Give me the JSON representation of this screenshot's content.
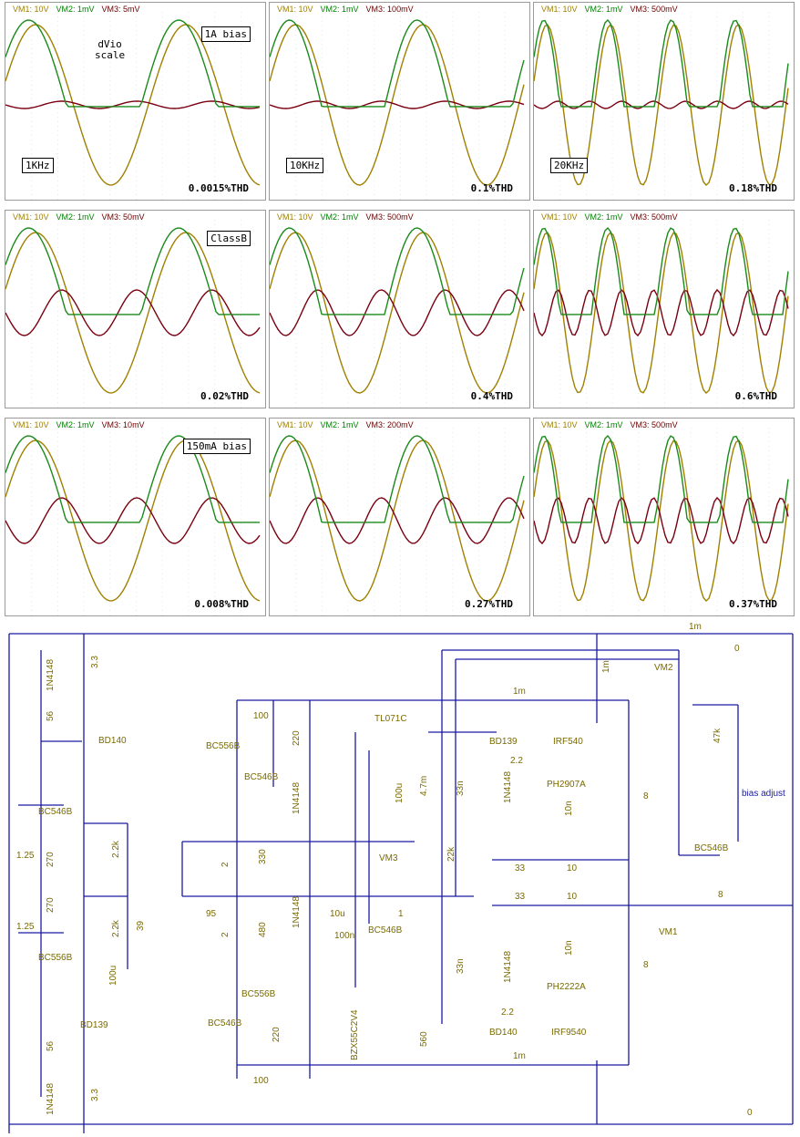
{
  "scope_panels": [
    {
      "vm1": "VM1: 10V",
      "vm2": "VM2: 1mV",
      "vm3": "VM3: 5mV",
      "thd": "0.0015%THD",
      "label_box": "1A bias",
      "freq_box": "1KHz",
      "annotation": "dVio\nscale"
    },
    {
      "vm1": "VM1: 10V",
      "vm2": "VM2: 1mV",
      "vm3": "VM3: 100mV",
      "thd": "0.1%THD",
      "freq_box": "10KHz"
    },
    {
      "vm1": "VM1: 10V",
      "vm2": "VM2: 1mV",
      "vm3": "VM3: 500mV",
      "thd": "0.18%THD",
      "freq_box": "20KHz"
    },
    {
      "vm1": "VM1: 10V",
      "vm2": "VM2: 1mV",
      "vm3": "VM3: 50mV",
      "thd": "0.02%THD",
      "label_box": "ClassB"
    },
    {
      "vm1": "VM1: 10V",
      "vm2": "VM2: 1mV",
      "vm3": "VM3: 500mV",
      "thd": "0.4%THD"
    },
    {
      "vm1": "VM1: 10V",
      "vm2": "VM2: 1mV",
      "vm3": "VM3: 500mV",
      "thd": "0.6%THD"
    },
    {
      "vm1": "VM1: 10V",
      "vm2": "VM2: 1mV",
      "vm3": "VM3: 10mV",
      "thd": "0.008%THD",
      "label_box": "150mA bias"
    },
    {
      "vm1": "VM1: 10V",
      "vm2": "VM2: 1mV",
      "vm3": "VM3: 200mV",
      "thd": "0.27%THD"
    },
    {
      "vm1": "VM1: 10V",
      "vm2": "VM2: 1mV",
      "vm3": "VM3: 500mV",
      "thd": "0.37%THD"
    }
  ],
  "schematic": {
    "left_stage": {
      "d1": "1N4148",
      "r1": "3.3",
      "r2": "56",
      "q1": "BD140",
      "q2": "BC546B",
      "v1": "1.25",
      "r3": "270",
      "r4": "270",
      "v2": "1.25",
      "q3": "BC556B",
      "q4": "BD139",
      "r5": "56",
      "d2": "1N4148",
      "r6": "3.3",
      "r7": "2.2k",
      "r8": "2.2k",
      "r9": "39",
      "c1": "100u"
    },
    "center_stage": {
      "r100a": "100",
      "r220a": "220",
      "q_bc556b_top": "BC556B",
      "q_bc546b_a": "BC546B",
      "d_1n4148_a": "1N4148",
      "opamp": "TL071C",
      "c100u": "100u",
      "c4m7": "4.7m",
      "r2a": "2",
      "r330": "330",
      "vm3": "VM3",
      "r22k": "22k",
      "r95": "95",
      "c10u": "10u",
      "r1": "1",
      "r2b": "2",
      "r480": "480",
      "d_1n4148_b": "1N4148",
      "c100n": "100n",
      "q_bc546b_b": "BC546B",
      "q_bc556b_b": "BC556B",
      "q_bc546b_c": "BC546B",
      "r220b": "220",
      "zener": "BZX55C2V4",
      "r560": "560",
      "r100b": "100"
    },
    "output_stage": {
      "r1m_top": "1m",
      "bd139": "BD139",
      "irf540": "IRF540",
      "c33n_a": "33n",
      "r2_2a": "2.2",
      "d_1n4148_c": "1N4148",
      "ph2907a": "PH2907A",
      "c10n_a": "10n",
      "r33a": "33",
      "r10a": "10",
      "v8_top": "8",
      "r33b": "33",
      "r10b": "10",
      "c33n_b": "33n",
      "d_1n4148_d": "1N4148",
      "c10n_b": "10n",
      "ph2222a": "PH2222A",
      "r2_2b": "2.2",
      "irf9540": "IRF9540",
      "bd140": "BD140",
      "r1m_bottom": "1m",
      "v8_bottom": "8"
    },
    "right_side": {
      "r1m_far": "1m",
      "l0_top": "0",
      "r1m_sense": "1m",
      "vm2": "VM2",
      "r47k": "47k",
      "bias_adjust": "bias\nadjust",
      "q_bias": "BC546B",
      "r8_load": "8",
      "vm1": "VM1",
      "l0_bottom": "0"
    }
  }
}
